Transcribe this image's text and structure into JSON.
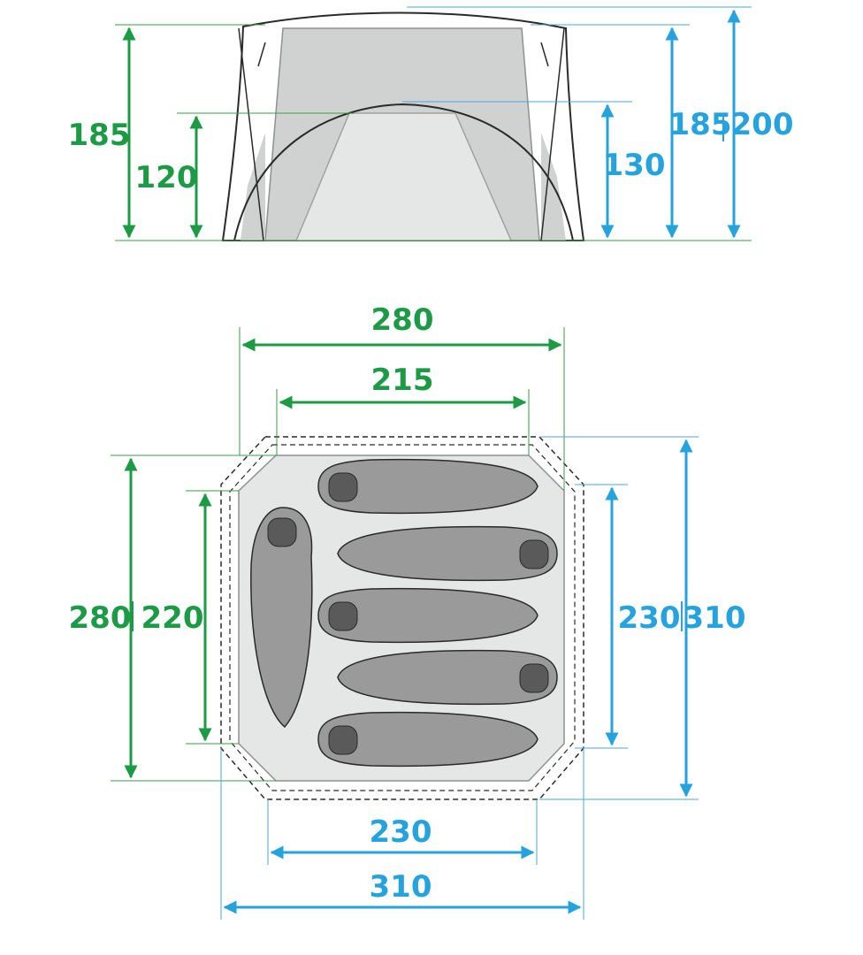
{
  "colors": {
    "inner_dimension": "#1d9a46",
    "outer_dimension": "#26a3dd",
    "floor_fill": "#e4e7e5",
    "tent_fill": "#cfd2d0",
    "sleeping_bag": "#9a9a9a",
    "outline": "#2a2a2a"
  },
  "side_view": {
    "inner_total_height": "185",
    "inner_room_height": "120",
    "outer_room_height": "130",
    "outer_mid_height": "185",
    "outer_total_height": "200"
  },
  "floor_plan": {
    "inner_width_top": "280",
    "inner_width_narrow": "215",
    "inner_depth": "280",
    "inner_depth_narrow": "220",
    "outer_depth_narrow": "230",
    "outer_depth": "310",
    "outer_width_narrow": "230",
    "outer_width": "310"
  },
  "sleeping_bags": [
    {
      "id": "bag-left-vertical"
    },
    {
      "id": "bag-row-1"
    },
    {
      "id": "bag-row-2"
    },
    {
      "id": "bag-row-3"
    },
    {
      "id": "bag-row-4"
    },
    {
      "id": "bag-row-5"
    }
  ]
}
